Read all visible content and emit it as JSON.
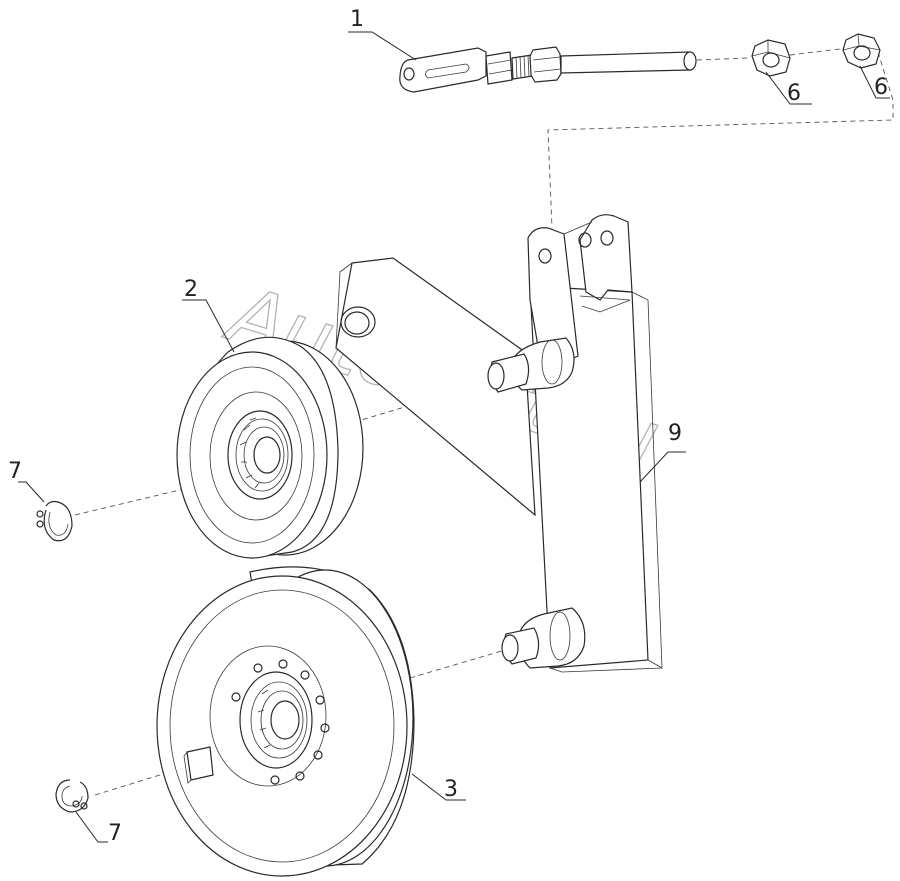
{
  "watermark": "AutoSoft.ru",
  "callouts": {
    "rod": "1",
    "small_pulley": "2",
    "large_pulley": "3",
    "nut_a": "6",
    "nut_b": "6",
    "bracket": "9",
    "circlip_upper": "7",
    "circlip_lower": "7"
  }
}
